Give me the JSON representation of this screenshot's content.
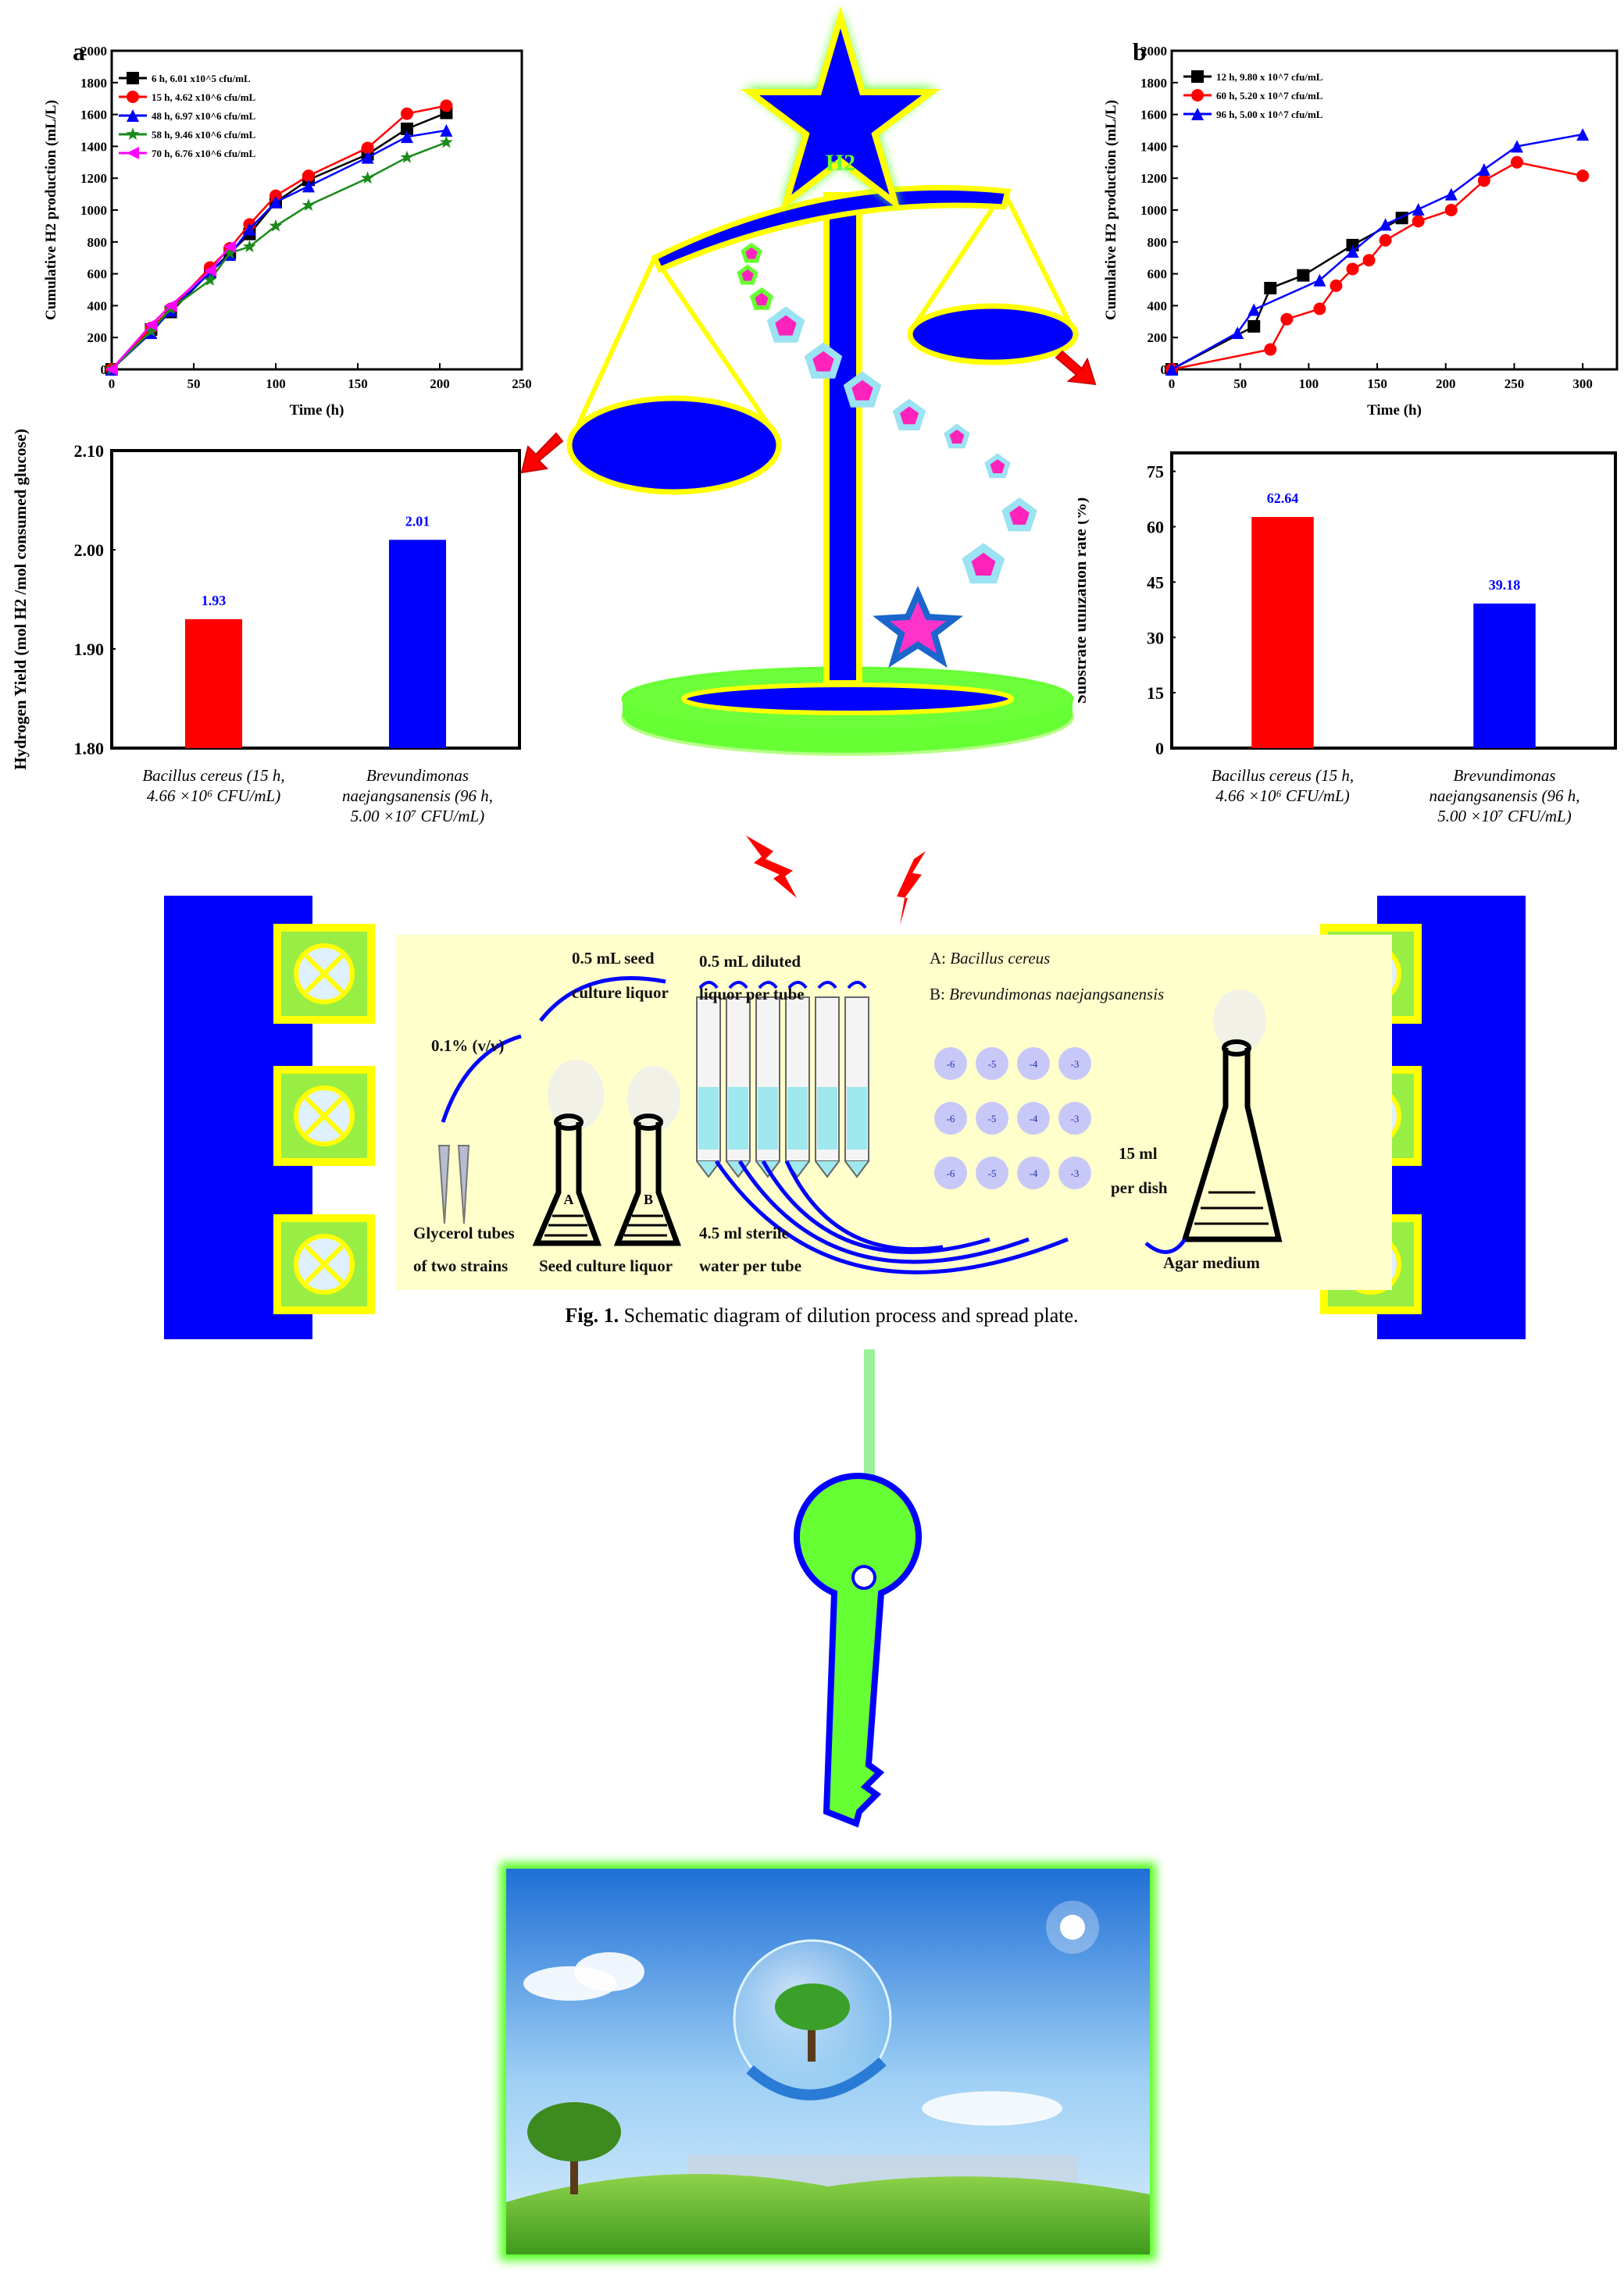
{
  "chart_data": [
    {
      "id": "a",
      "panel_label": "a",
      "type": "line",
      "title": "",
      "xlabel": "Time (h)",
      "ylabel": "Cumulative H2 production (mL/L)",
      "xlim": [
        0,
        250
      ],
      "ylim": [
        0,
        2000
      ],
      "xticks": [
        0,
        50,
        100,
        150,
        200,
        250
      ],
      "yticks": [
        0,
        200,
        400,
        600,
        800,
        1000,
        1200,
        1400,
        1600,
        1800,
        2000
      ],
      "legend_position": "top-left",
      "series": [
        {
          "name": "6 h, 6.01 x10^5 cfu/mL",
          "color": "#000000",
          "marker": "square",
          "x": [
            0,
            24,
            36,
            60,
            72,
            84,
            100,
            120,
            156,
            180,
            204
          ],
          "y": [
            0,
            250,
            360,
            610,
            730,
            850,
            1050,
            1190,
            1350,
            1510,
            1610
          ]
        },
        {
          "name": "15 h, 4.62 x10^6 cfu/mL",
          "color": "#ff0000",
          "marker": "circle",
          "x": [
            0,
            24,
            36,
            60,
            72,
            84,
            100,
            120,
            156,
            180,
            204
          ],
          "y": [
            0,
            260,
            380,
            640,
            760,
            910,
            1090,
            1215,
            1390,
            1605,
            1655
          ]
        },
        {
          "name": "48 h, 6.97 x10^6 cfu/mL",
          "color": "#0000ff",
          "marker": "triangle",
          "x": [
            0,
            24,
            36,
            60,
            72,
            84,
            100,
            120,
            156,
            180,
            204
          ],
          "y": [
            0,
            230,
            370,
            610,
            720,
            880,
            1050,
            1150,
            1330,
            1460,
            1500
          ]
        },
        {
          "name": "58 h, 9.46 x10^6 cfu/mL",
          "color": "#1a8a1a",
          "marker": "star",
          "x": [
            0,
            24,
            36,
            60,
            72,
            84,
            100,
            120,
            156,
            180,
            204
          ],
          "y": [
            0,
            240,
            380,
            560,
            730,
            770,
            900,
            1030,
            1200,
            1330,
            1425
          ]
        },
        {
          "name": "70 h, 6.76 x10^6 cfu/mL",
          "color": "#ff00ff",
          "marker": "triangle-left",
          "x": [
            0,
            24,
            36,
            60,
            72
          ],
          "y": [
            0,
            280,
            400,
            620,
            770
          ]
        }
      ]
    },
    {
      "id": "b",
      "panel_label": "b",
      "type": "line",
      "title": "",
      "xlabel": "Time (h)",
      "ylabel": "Cumulative H2 production (mL/L)",
      "xlim": [
        0,
        325
      ],
      "ylim": [
        0,
        2000
      ],
      "xticks": [
        0,
        50,
        100,
        150,
        200,
        250,
        300
      ],
      "yticks": [
        0,
        200,
        400,
        600,
        800,
        1000,
        1200,
        1400,
        1600,
        1800,
        2000
      ],
      "legend_position": "top-left",
      "series": [
        {
          "name": "12 h, 9.80 x 10^7 cfu/mL",
          "color": "#000000",
          "marker": "square",
          "x": [
            0,
            60,
            72,
            96,
            132,
            168
          ],
          "y": [
            0,
            270,
            510,
            590,
            780,
            950
          ]
        },
        {
          "name": "60 h, 5.20 x 10^7 cfu/mL",
          "color": "#ff0000",
          "marker": "circle",
          "x": [
            0,
            72,
            84,
            108,
            120,
            132,
            144,
            156,
            180,
            204,
            228,
            252,
            300
          ],
          "y": [
            0,
            125,
            315,
            380,
            525,
            630,
            685,
            810,
            930,
            1000,
            1185,
            1300,
            1215
          ]
        },
        {
          "name": "96 h, 5.00 x 10^7 cfu/mL",
          "color": "#0000ff",
          "marker": "triangle",
          "x": [
            0,
            48,
            60,
            108,
            132,
            156,
            180,
            204,
            228,
            252,
            300
          ],
          "y": [
            0,
            230,
            375,
            560,
            740,
            910,
            1005,
            1100,
            1255,
            1400,
            1475
          ]
        }
      ]
    },
    {
      "id": "c",
      "type": "bar",
      "title": "",
      "xlabel": "",
      "ylabel": "Hydrogen Yield (mol H2 /mol consumed glucose)",
      "ylim": [
        1.8,
        2.1
      ],
      "yticks": [
        "1.80",
        "1.90",
        "2.00",
        "2.10"
      ],
      "categories": [
        [
          "Bacillus cereus (15 h,",
          "4.66 ×10⁶ CFU/mL)"
        ],
        [
          "Brevundimonas",
          "naejangsanensis (96 h,",
          "5.00 ×10⁷ CFU/mL)"
        ]
      ],
      "values": [
        1.93,
        2.01
      ],
      "value_labels": [
        "1.93",
        "2.01"
      ],
      "colors": [
        "#ff0000",
        "#0000ff"
      ]
    },
    {
      "id": "d",
      "type": "bar",
      "title": "",
      "xlabel": "",
      "ylabel": "Substrate utilization rate (%)",
      "ylim": [
        0,
        80
      ],
      "yticks": [
        "0",
        "15",
        "30",
        "45",
        "60",
        "75"
      ],
      "categories": [
        [
          "Bacillus cereus (15 h,",
          "4.66 ×10⁶ CFU/mL)"
        ],
        [
          "Brevundimonas",
          "naejangsanensis (96 h,",
          "5.00 ×10⁷ CFU/mL)"
        ]
      ],
      "values": [
        62.64,
        39.18
      ],
      "value_labels": [
        "62.64",
        "39.18"
      ],
      "colors": [
        "#ff0000",
        "#0000ff"
      ]
    }
  ],
  "scale": {
    "star_label": "H2"
  },
  "schematic": {
    "seed_1": "0.5 mL seed",
    "seed_2": "culture liquor",
    "diluted_1": "0.5 mL diluted",
    "diluted_2": "liquor per tube",
    "legend_a_prefix": "A: ",
    "legend_a": "Bacillus cereus",
    "legend_b_prefix": "B: ",
    "legend_b": "Brevundimonas naejangsanensis",
    "ratio": "0.1% (v/v)",
    "glycerol_1": "Glycerol tubes",
    "glycerol_2": "of two strains",
    "seed_culture": "Seed culture liquor",
    "sterile_1": "4.5 ml sterile",
    "sterile_2": "water per tube",
    "dish_1": "15 ml",
    "dish_2": "per dish",
    "agar": "Agar medium",
    "flask_a": "A",
    "flask_b": "B",
    "dish_labels": [
      "-6",
      "-5",
      "-4",
      "-3"
    ],
    "caption_bold": "Fig. 1.",
    "caption": " Schematic diagram of dilution process and spread plate."
  },
  "colors": {
    "blue": "#0000ff",
    "red": "#ff0000",
    "green": "#66ff33",
    "yellow": "#ffff00",
    "panel_bg": "#ffffcc"
  }
}
